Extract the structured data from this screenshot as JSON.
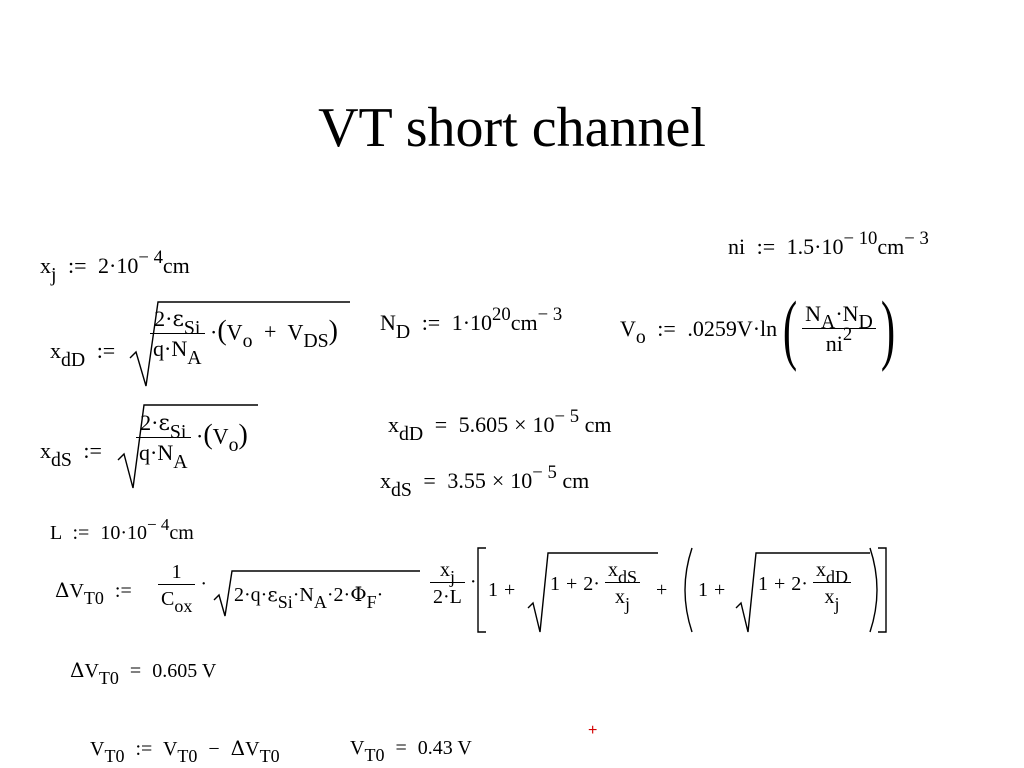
{
  "slide": {
    "title": "VT short channel"
  },
  "symbols": {
    "assign": ":=",
    "equals": "=",
    "times": "×",
    "dot": "·",
    "plus": "+",
    "minus": "−",
    "delta": "Δ",
    "epsilon": "ε",
    "phi": "Φ",
    "ln": "ln"
  },
  "vars": {
    "x": "x",
    "V": "V",
    "N": "N",
    "q": "q",
    "C": "C",
    "L": "L",
    "ni": "ni",
    "sub_j": "j",
    "sub_dD": "dD",
    "sub_dS": "dS",
    "sub_Si": "Si",
    "sub_A": "A",
    "sub_D": "D",
    "sub_o": "o",
    "sub_DS": "DS",
    "sub_T0": "T0",
    "sub_ox": "ox",
    "sub_F": "F"
  },
  "consts": {
    "xj_coef": "2",
    "xj_exp": "− 4",
    "xj_unit": "cm",
    "ni_coef": "1.5",
    "ni_exp": "− 10",
    "ni_unit": "cm",
    "ni_unit_exp": "− 3",
    "ND_coef": "1",
    "ND_exp": "20",
    "ND_unit": "cm",
    "ND_unit_exp": "− 3",
    "Vo_coef": ".0259V",
    "two": "2",
    "one": "1",
    "L_coef": "10",
    "L_exp": "− 4",
    "L_unit": "cm",
    "ten": "10"
  },
  "results": {
    "xdD_mant": "5.605",
    "xdD_exp": "− 5",
    "xdD_unit": "cm",
    "xdS_mant": "3.55",
    "xdS_exp": "− 5",
    "xdS_unit": "cm",
    "dVT0": "0.605 V",
    "VT0": "0.43 V"
  },
  "marker": "+"
}
